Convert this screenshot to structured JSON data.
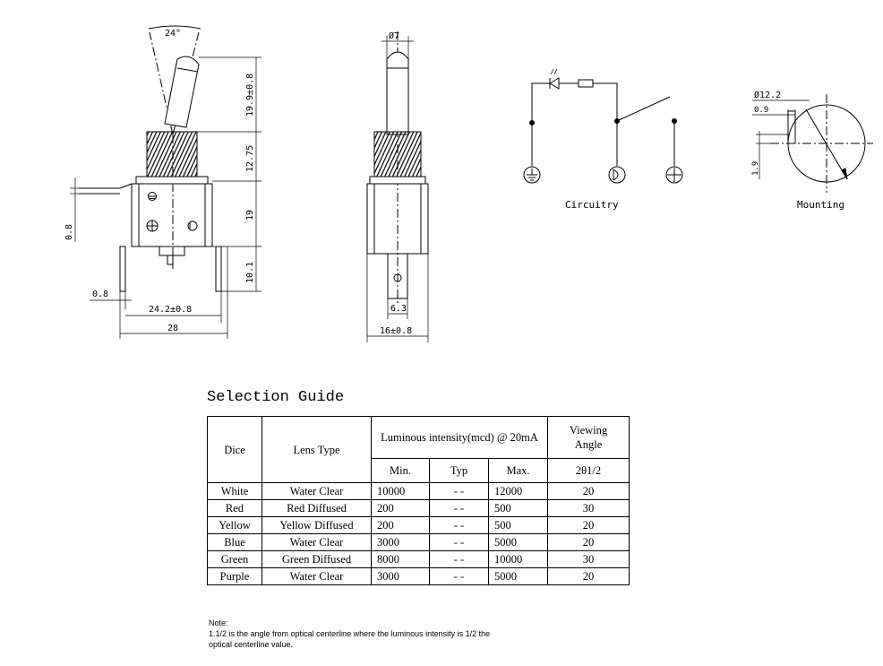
{
  "drawing": {
    "front_view": {
      "angle": "24°",
      "dims": {
        "lever_height": "19.9±0.8",
        "bushing_height": "12.75",
        "body_height": "19",
        "terminal_height": "10.1",
        "terminal_thickness": "0.8",
        "terminal_width": "0.8",
        "terminal_span": "24.2±0.8",
        "body_width": "28"
      }
    },
    "side_view": {
      "dims": {
        "cap_diameter": "Ø7",
        "terminal_width": "6.3",
        "body_width": "16±0.8"
      }
    },
    "circuit": {
      "label": "Circuitry"
    },
    "mounting": {
      "label": "Mounting",
      "dims": {
        "hole_diameter": "Ø12.2",
        "key_width": "0.9",
        "key_depth": "1.9"
      }
    }
  },
  "selection_guide": {
    "title": "Selection Guide",
    "headers": {
      "dice": "Dice",
      "lens": "Lens Type",
      "intensity": "Luminous intensity(mcd) @ 20mA",
      "min": "Min.",
      "typ": "Typ",
      "max": "Max.",
      "viewing": "Viewing Angle",
      "theta": "2θ1/2"
    },
    "rows": [
      {
        "dice": "White",
        "lens": "Water Clear",
        "min": "10000",
        "typ": "- -",
        "max": "12000",
        "angle": "20"
      },
      {
        "dice": "Red",
        "lens": "Red Diffused",
        "min": "200",
        "typ": "- -",
        "max": "500",
        "angle": "30"
      },
      {
        "dice": "Yellow",
        "lens": "Yellow Diffused",
        "min": "200",
        "typ": "- -",
        "max": "500",
        "angle": "20"
      },
      {
        "dice": "Blue",
        "lens": "Water Clear",
        "min": "3000",
        "typ": "- -",
        "max": "5000",
        "angle": "20"
      },
      {
        "dice": "Green",
        "lens": "Green Diffused",
        "min": "8000",
        "typ": "- -",
        "max": "10000",
        "angle": "30"
      },
      {
        "dice": "Purple",
        "lens": "Water Clear",
        "min": "3000",
        "typ": "- -",
        "max": "5000",
        "angle": "20"
      }
    ]
  },
  "notes": {
    "heading": "Note:",
    "line1": "1.1/2 is the angle from optical centerline where the luminous intensity is 1/2 the",
    "line2": "optical centerline value."
  }
}
